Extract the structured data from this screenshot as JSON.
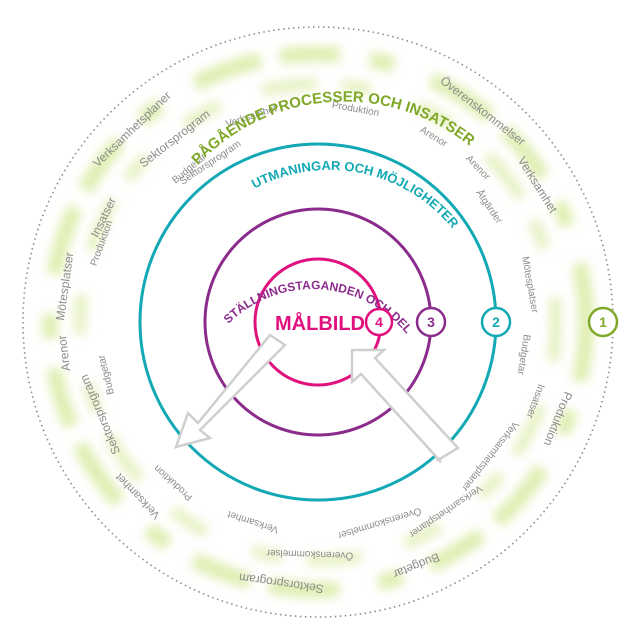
{
  "colors": {
    "green": "#7fa829",
    "green_glow": "#d6e89a",
    "teal": "#12a9b5",
    "purple": "#8b2c8c",
    "magenta": "#e0117f",
    "gray_text": "#8c8c8c",
    "dotted": "#8c8c8c",
    "arrow_fill": "#ffffff",
    "arrow_stroke": "#cfcfcf"
  },
  "rings": {
    "r1": {
      "title": "PÅGÅENDE PROCESSER OCH INSATSER",
      "number": "1",
      "words": [
        {
          "text": "Verksamhetsplaner",
          "angle": -44,
          "r": 267,
          "size": 12
        },
        {
          "text": "Överenskommelser",
          "angle": 38,
          "r": 267,
          "size": 12
        },
        {
          "text": "Verksamhet",
          "angle": 58,
          "r": 258,
          "size": 12
        },
        {
          "text": "Insatser",
          "angle": -64,
          "r": 238,
          "size": 12
        },
        {
          "text": "Sektorsprogram",
          "angle": -38,
          "r": 232,
          "size": 12
        },
        {
          "text": "Produktion",
          "angle": 112,
          "r": 258,
          "size": 12
        },
        {
          "text": "Budgetar",
          "angle": 158,
          "r": 262,
          "size": 12
        },
        {
          "text": "Sektorsprogram",
          "angle": 188,
          "r": 263,
          "size": 12
        },
        {
          "text": "Verksamhet",
          "angle": 226,
          "r": 250,
          "size": 11
        },
        {
          "text": "Sektorsprogram",
          "angle": 247,
          "r": 236,
          "size": 12
        },
        {
          "text": "Arenor",
          "angle": 263,
          "r": 255,
          "size": 12
        },
        {
          "text": "Mötesplatser",
          "angle": -82,
          "r": 255,
          "size": 12
        }
      ]
    },
    "r2": {
      "title": "UTMANINGAR OCH MÖJLIGHETER",
      "number": "2",
      "words": [
        {
          "text": "Verksamhet",
          "angle": -18,
          "r": 216,
          "size": 10
        },
        {
          "text": "Produktion",
          "angle": 10,
          "r": 216,
          "size": 10
        },
        {
          "text": "Arenor",
          "angle": 32,
          "r": 218,
          "size": 10
        },
        {
          "text": "Arenor",
          "angle": 46,
          "r": 222,
          "size": 10
        },
        {
          "text": "Åtgärder",
          "angle": 56,
          "r": 206,
          "size": 10
        },
        {
          "text": "Mötesplatser",
          "angle": 80,
          "r": 215,
          "size": 10
        },
        {
          "text": "Budgetar",
          "angle": 99,
          "r": 208,
          "size": 10
        },
        {
          "text": "Insatser",
          "angle": 110,
          "r": 231,
          "size": 10
        },
        {
          "text": "Verksamhetsplaner",
          "angle": 128,
          "r": 218,
          "size": 10
        },
        {
          "text": "Verksamhetsplaner",
          "angle": 146,
          "r": 228,
          "size": 10
        },
        {
          "text": "Överenskommelser",
          "angle": 163,
          "r": 210,
          "size": 10
        },
        {
          "text": "Överenskommelser",
          "angle": 182,
          "r": 232,
          "size": 10
        },
        {
          "text": "Verksamhet",
          "angle": 198,
          "r": 210,
          "size": 10
        },
        {
          "text": "Produktion",
          "angle": 222,
          "r": 216,
          "size": 10
        },
        {
          "text": "Budgetar",
          "angle": 256,
          "r": 218,
          "size": 10
        },
        {
          "text": "Produktion",
          "angle": 290,
          "r": 230,
          "size": 10
        },
        {
          "text": "Budgetar",
          "angle": 320,
          "r": 200,
          "size": 10
        },
        {
          "text": "Sektorsprogram",
          "angle": 326,
          "r": 192,
          "size": 10
        }
      ]
    },
    "r3": {
      "title": "STÄLLNINGSTAGANDEN OCH DELSTRATEGIER",
      "number": "3"
    },
    "r4": {
      "title": "MÅLBILD",
      "number": "4"
    }
  }
}
